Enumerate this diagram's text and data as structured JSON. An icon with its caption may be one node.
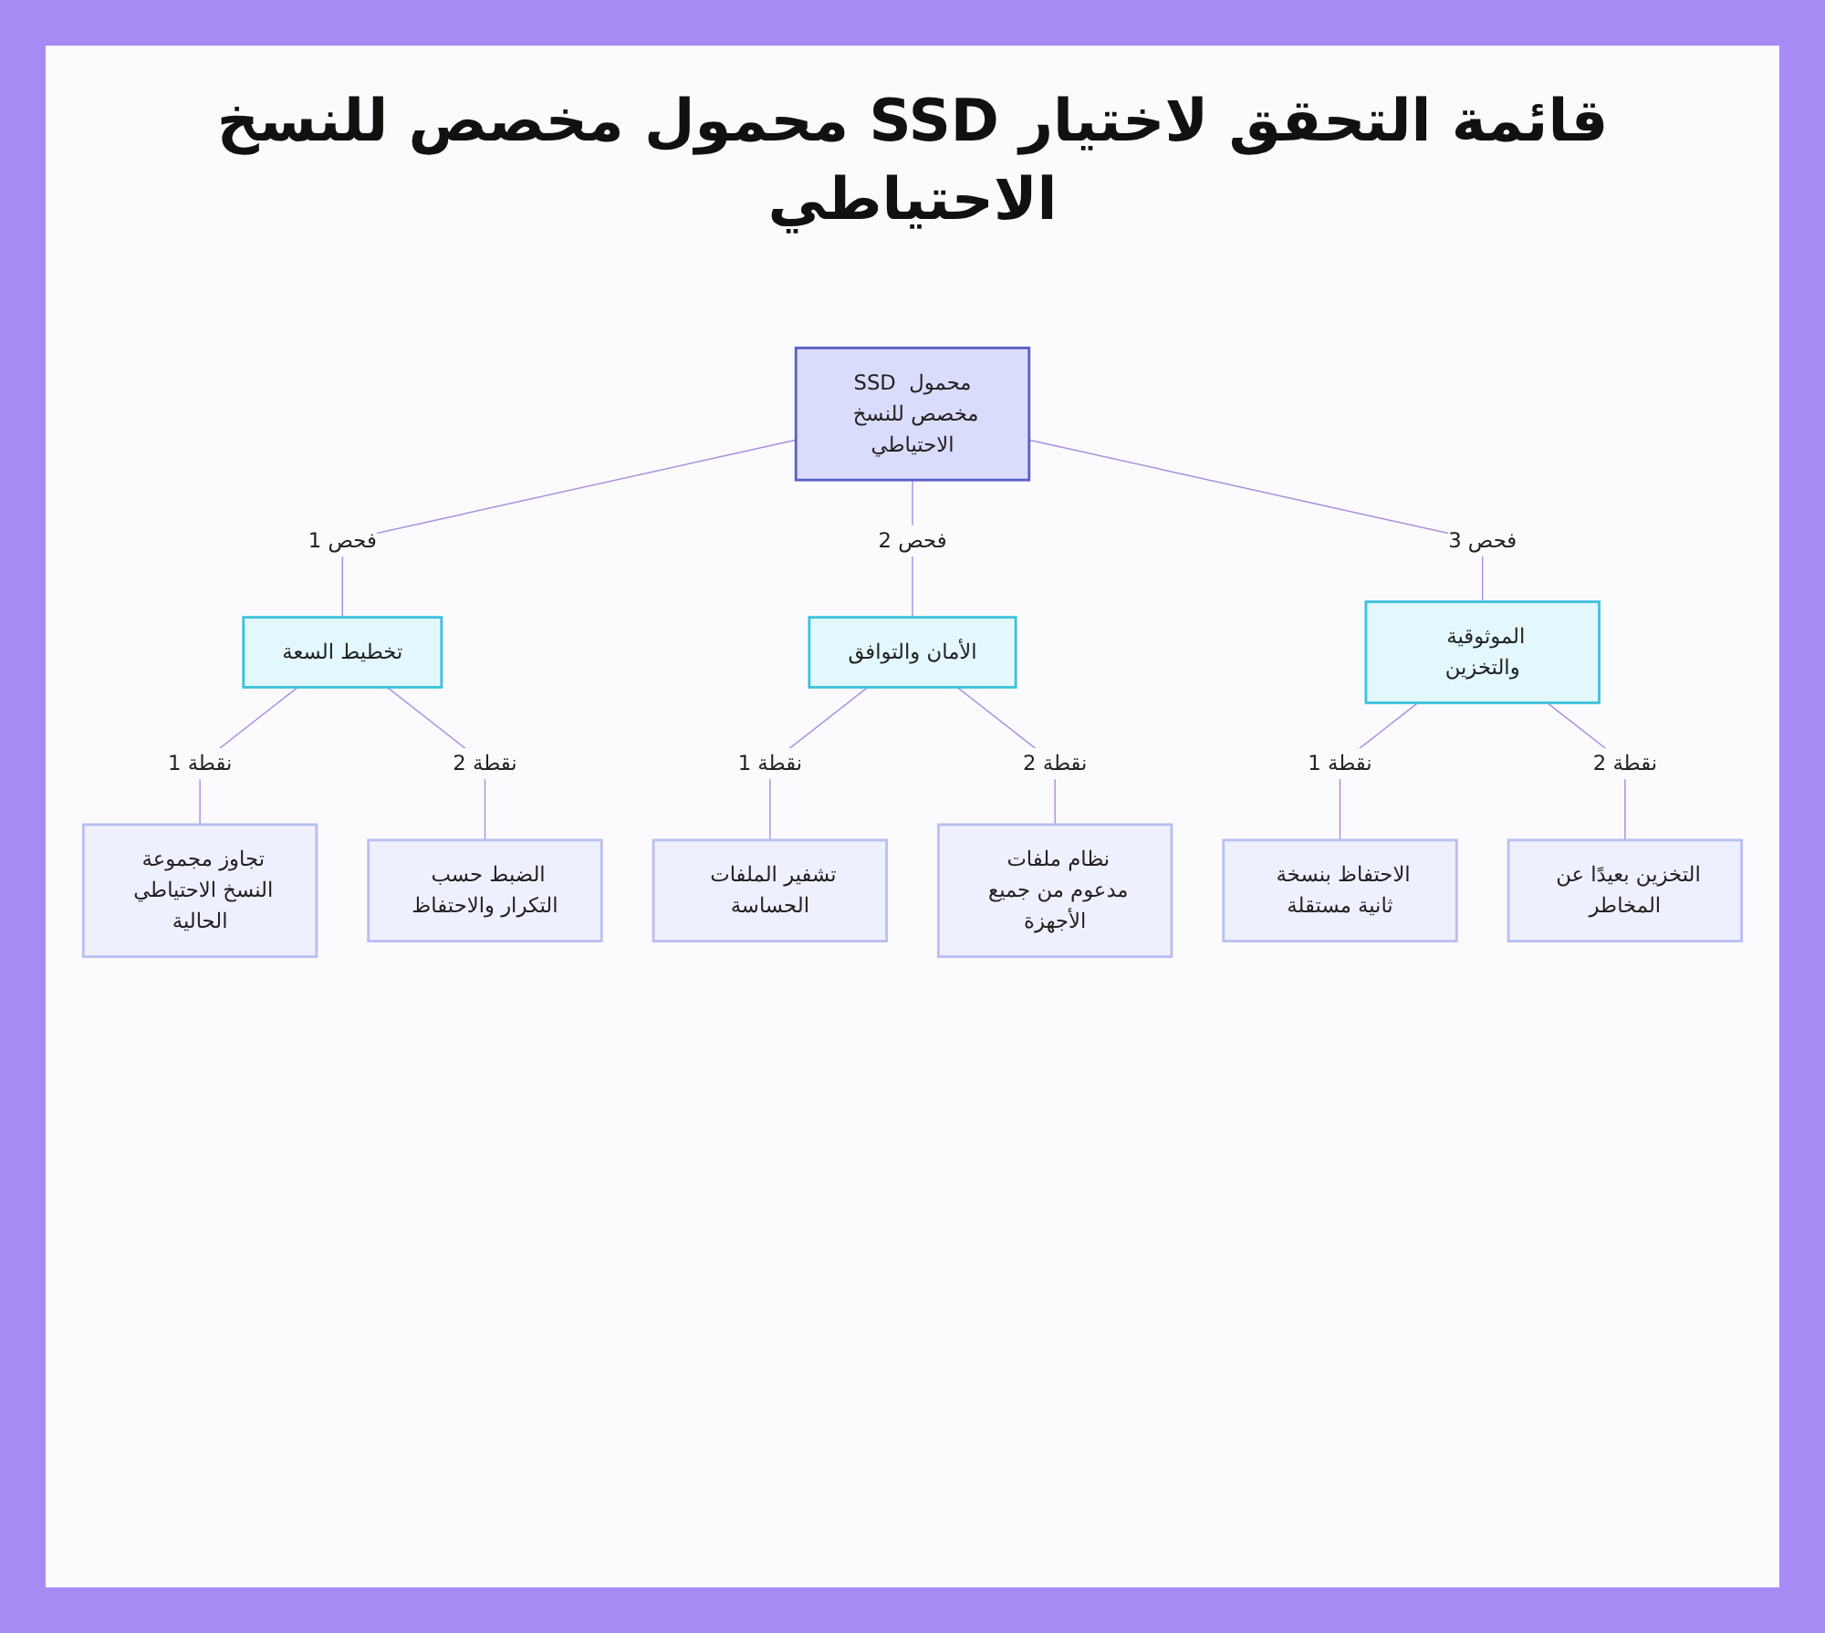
{
  "diagram": {
    "title": "قائمة التحقق لاختيار SSD محمول مخصص للنسخ الاحتياطي",
    "nodes": [
      {
        "text": [
          "SSD محمول مخصص للنسخ الاحتياطي"
        ]
      },
      {
        "text": [
          "تخطيط السعة"
        ]
      },
      {
        "text": [
          "الأمان والتوافق"
        ]
      },
      {
        "text": [
          "الموثوقية والتخزين"
        ]
      },
      {
        "text": [
          "تجاوز مجموعة النسخ الاحتياطي الحالية"
        ]
      },
      {
        "text": [
          "الضبط حسب التكرار والاحتفاظ"
        ]
      },
      {
        "text": [
          "تشفير الملفات الحساسة"
        ]
      },
      {
        "text": [
          "نظام ملفات مدعوم من جميع الأجهزة"
        ]
      },
      {
        "text": [
          "الاحتفاظ بنسخة ثانية مستقلة"
        ]
      },
      {
        "text": [
          "التخزين بعيدًا عن المخاطر"
        ]
      }
    ],
    "edges": [
      {
        "from": 0,
        "to": 1,
        "arrow": "none",
        "label": "فحص 1"
      },
      {
        "from": 0,
        "to": 2,
        "arrow": "none",
        "label": "فحص 2"
      },
      {
        "from": 0,
        "to": 3,
        "arrow": "none",
        "label": "فحص 3"
      },
      {
        "from": 1,
        "to": 4,
        "arrow": "none",
        "label": "نقطة 1"
      },
      {
        "from": 1,
        "to": 5,
        "arrow": "none",
        "label": "نقطة 2"
      },
      {
        "from": 2,
        "to": 6,
        "arrow": "none",
        "label": "نقطة 1"
      },
      {
        "from": 2,
        "to": 7,
        "arrow": "none",
        "label": "نقطة 2"
      },
      {
        "from": 3,
        "to": 8,
        "arrow": "none",
        "label": "نقطة 1"
      },
      {
        "from": 3,
        "to": 9,
        "arrow": "none",
        "label": "نقطة 2"
      }
    ]
  }
}
